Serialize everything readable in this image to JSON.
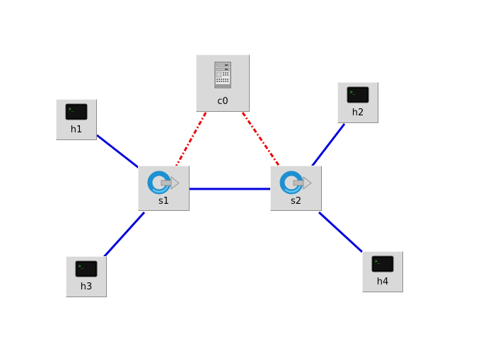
{
  "colors": {
    "data_link": "#0000dd",
    "control_link": "#ee0000",
    "node_bg": "#d9d9d9"
  },
  "nodes": {
    "c0": {
      "label": "c0",
      "icon": "controller-server-icon"
    },
    "h1": {
      "label": "h1",
      "icon": "host-terminal-icon"
    },
    "h2": {
      "label": "h2",
      "icon": "host-terminal-icon"
    },
    "h3": {
      "label": "h3",
      "icon": "host-terminal-icon"
    },
    "h4": {
      "label": "h4",
      "icon": "host-terminal-icon"
    },
    "s1": {
      "label": "s1",
      "icon": "switch-icon"
    },
    "s2": {
      "label": "s2",
      "icon": "switch-icon"
    }
  },
  "links": [
    {
      "from": "h1",
      "to": "s1",
      "type": "data"
    },
    {
      "from": "h3",
      "to": "s1",
      "type": "data"
    },
    {
      "from": "s1",
      "to": "s2",
      "type": "data"
    },
    {
      "from": "h2",
      "to": "s2",
      "type": "data"
    },
    {
      "from": "h4",
      "to": "s2",
      "type": "data"
    },
    {
      "from": "c0",
      "to": "s1",
      "type": "control"
    },
    {
      "from": "c0",
      "to": "s2",
      "type": "control"
    }
  ]
}
